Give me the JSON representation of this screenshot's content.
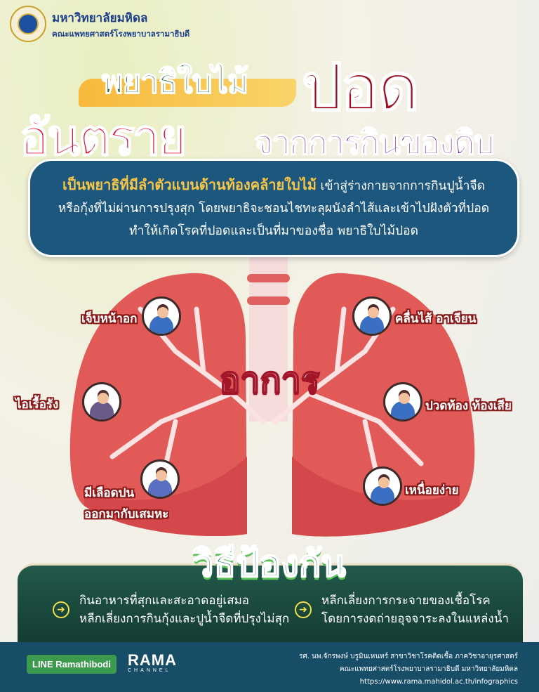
{
  "header": {
    "university": "มหาวิทยาลัยมหิดล",
    "faculty": "คณะแพทยศาสตร์โรงพยาบาลรามาธิบดี"
  },
  "title": {
    "part1": "พยาธิใบไม้",
    "part2": "ปอด",
    "part3": "อันตราย",
    "part4": "จากการกินของดิบ"
  },
  "intro": {
    "highlight": "เป็นพยาธิที่มีลำตัวแบนด้านท้องคล้ายใบไม้",
    "line1_rest": " เข้าสู่ร่างกายจากการกินปูน้ำจืด",
    "line2": "หรือกุ้งที่ไม่ผ่านการปรุงสุก โดยพยาธิจะชอนไชทะลุผนังลำไส้และเข้าไปฝังตัวที่ปอด",
    "line3": "ทำให้เกิดโรคที่ปอดและเป็นที่มาของชื่อ พยาธิใบไม้ปอด"
  },
  "symptoms": {
    "heading": "อาการ",
    "items": [
      "เจ็บหน้าอก",
      "คลื่นไส้ อาเจียน",
      "ไอเรื้อรัง",
      "ปวดท้อง ท้องเสีย",
      "มีเลือดปน",
      "ออกมากับเสมหะ",
      "เหนื่อยง่าย"
    ]
  },
  "prevention": {
    "heading": "วิธีป้องกัน",
    "left": [
      "กินอาหารที่สุกและสะอาดอยู่เสมอ",
      "หลีกเลี่ยงการกินกุ้งและปูน้ำจืดที่ปรุงไม่สุก"
    ],
    "right": [
      "หลีกเลี่ยงการกระจายของเชื้อโรค",
      "โดยการงดถ่ายอุจจาระลงในแหล่งน้ำ"
    ]
  },
  "footer": {
    "line": "LINE Ramathibodi",
    "rama": "RAMA",
    "channel": "CHANNEL",
    "credit1": "รศ. นพ.จักรพงษ์ บรูมินเหนทร์ สาขาวิชาโรคติดเชื้อ ภาควิชาอายุรศาสตร์",
    "credit2": "คณะแพทยศาสตร์โรงพยาบาลรามาธิบดี มหาวิทยาลัยมหิดล",
    "url": "https://www.rama.mahidol.ac.th/infographics"
  }
}
